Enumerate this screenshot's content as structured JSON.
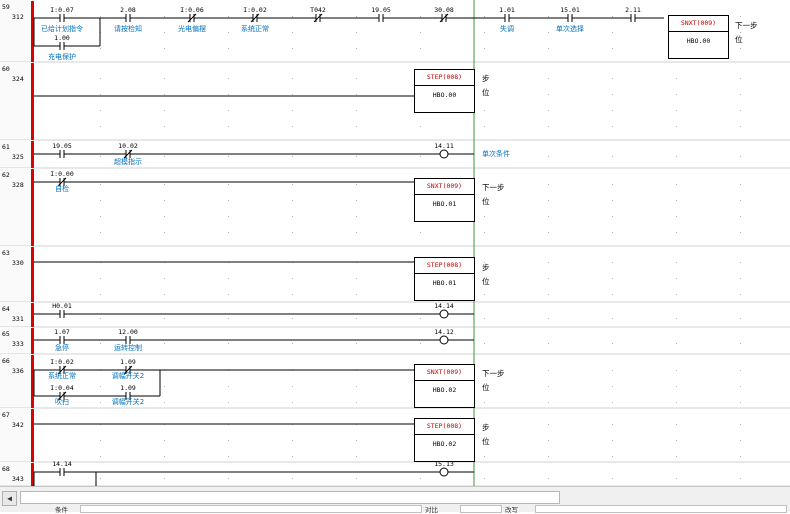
{
  "statusbar": {
    "scroll_left_icon": "triangle-left-icon",
    "label1": "条件",
    "label2": "对比",
    "label3": "改写"
  },
  "rungs": [
    {
      "rung": "59",
      "step": "312",
      "contacts": [
        {
          "addr": "I:0.07",
          "cmt": "已给计划指令",
          "type": "NO"
        },
        {
          "addr": "1.00",
          "cmt": "充电保护",
          "type": "NO"
        },
        {
          "addr": "2.08",
          "cmt": "请按检知",
          "type": "NO"
        },
        {
          "addr": "I:0.06",
          "cmt": "光电偏摆",
          "type": "NC"
        },
        {
          "addr": "I:0.02",
          "cmt": "系统正常",
          "type": "NC"
        },
        {
          "addr": "T042",
          "cmt": "",
          "type": "NC"
        },
        {
          "addr": "19.05",
          "cmt": "",
          "type": "NO"
        },
        {
          "addr": "30.08",
          "cmt": "",
          "type": "NC"
        },
        {
          "addr": "1.01",
          "cmt": "失调",
          "type": "NO"
        },
        {
          "addr": "15.01",
          "cmt": "单次选择",
          "type": "NO"
        },
        {
          "addr": "2.11",
          "cmt": "",
          "type": "NO"
        }
      ],
      "box": {
        "instr": "SNXT(009)",
        "op": "HBO.00"
      },
      "side": [
        "下一步",
        "位"
      ]
    },
    {
      "rung": "60",
      "step": "324",
      "box": {
        "instr": "STEP(008)",
        "op": "HBO.00"
      },
      "side": [
        "步",
        "位"
      ]
    },
    {
      "rung": "61",
      "step": "325",
      "contacts": [
        {
          "addr": "19.05",
          "cmt": "",
          "type": "NO"
        },
        {
          "addr": "10.02",
          "cmt": "超模指示",
          "type": "NC"
        }
      ],
      "coil": {
        "addr": "14.11",
        "cmt": "单次条件"
      }
    },
    {
      "rung": "62",
      "step": "328",
      "contacts": [
        {
          "addr": "I:0.00",
          "cmt": "自检",
          "type": "NC"
        }
      ],
      "box": {
        "instr": "SNXT(009)",
        "op": "HBO.01"
      },
      "side": [
        "下一步",
        "位"
      ]
    },
    {
      "rung": "63",
      "step": "330",
      "box": {
        "instr": "STEP(008)",
        "op": "HBO.01"
      },
      "side": [
        "步",
        "位"
      ]
    },
    {
      "rung": "64",
      "step": "331",
      "contacts": [
        {
          "addr": "H0.01",
          "cmt": "",
          "type": "NO"
        }
      ],
      "coil": {
        "addr": "14.14",
        "cmt": ""
      }
    },
    {
      "rung": "65",
      "step": "333",
      "contacts": [
        {
          "addr": "1.07",
          "cmt": "急停",
          "type": "NO"
        },
        {
          "addr": "12.00",
          "cmt": "运转控制",
          "type": "NO"
        }
      ],
      "coil": {
        "addr": "14.12",
        "cmt": ""
      }
    },
    {
      "rung": "66",
      "step": "336",
      "contacts": [
        {
          "addr": "I:0.02",
          "cmt": "系统正常",
          "type": "NC"
        },
        {
          "addr": "1.09",
          "cmt": "调幅开关2",
          "type": "NC"
        },
        {
          "addr": "I:0.04",
          "cmt": "吹扫",
          "type": "NC"
        },
        {
          "addr": "1.09",
          "cmt": "调幅开关2",
          "type": "NO"
        }
      ],
      "box": {
        "instr": "SNXT(009)",
        "op": "HBO.02"
      },
      "side": [
        "下一步",
        "位"
      ]
    },
    {
      "rung": "67",
      "step": "342",
      "box": {
        "instr": "STEP(008)",
        "op": "HBO.02"
      },
      "side": [
        "步",
        "位"
      ]
    },
    {
      "rung": "68",
      "step": "343",
      "contacts": [
        {
          "addr": "14.14",
          "cmt": "",
          "type": "NO"
        }
      ],
      "coil": {
        "addr": "15.13",
        "cmt": ""
      }
    }
  ]
}
